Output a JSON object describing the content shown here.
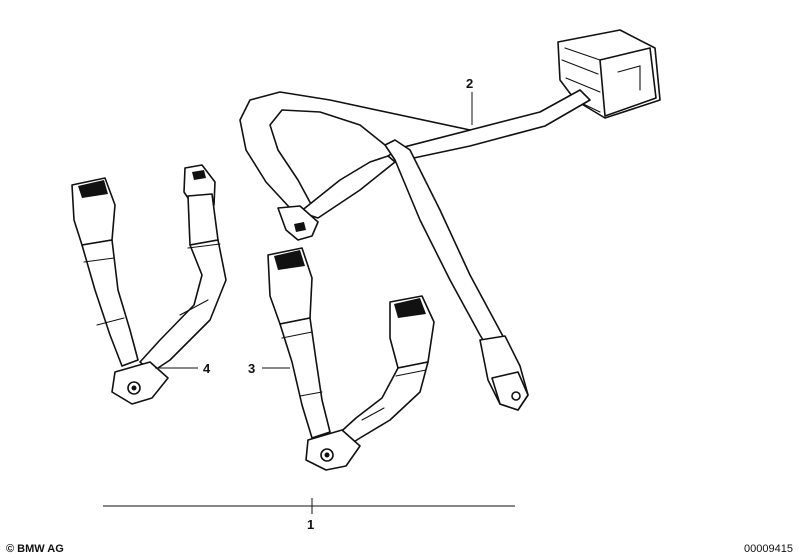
{
  "callouts": [
    {
      "id": "1",
      "label": "1"
    },
    {
      "id": "2",
      "label": "2"
    },
    {
      "id": "3",
      "label": "3"
    },
    {
      "id": "4",
      "label": "4"
    }
  ],
  "footer": {
    "copyright": "© BMW AG",
    "drawing_number": "00009415"
  },
  "colors": {
    "line": "#111111",
    "background": "#ffffff"
  }
}
